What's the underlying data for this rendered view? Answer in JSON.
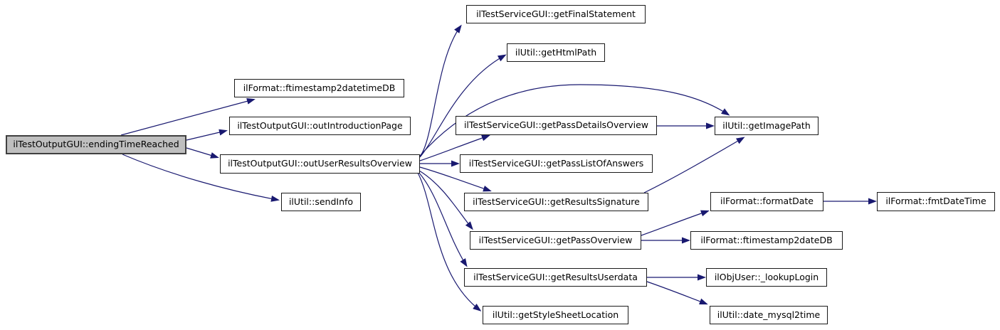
{
  "diagram": {
    "type": "call-graph",
    "root_function": "ilTestOutputGUI::endingTimeReached"
  },
  "colors": {
    "edge": "#191970",
    "node_fill": "#ffffff",
    "node_border": "#1a1a1a",
    "root_fill": "#bfbfbf",
    "root_border": "#404040",
    "text": "#000000",
    "background": "#ffffff"
  },
  "nodes": [
    {
      "id": "ending-time-reached",
      "label": "ilTestOutputGUI::endingTimeReached"
    },
    {
      "id": "ftimestamp2datetime-db",
      "label": "ilFormat::ftimestamp2datetimeDB"
    },
    {
      "id": "out-introduction-page",
      "label": "ilTestOutputGUI::outIntroductionPage"
    },
    {
      "id": "out-user-results-overview",
      "label": "ilTestOutputGUI::outUserResultsOverview"
    },
    {
      "id": "send-info",
      "label": "ilUtil::sendInfo"
    },
    {
      "id": "get-final-statement",
      "label": "ilTestServiceGUI::getFinalStatement"
    },
    {
      "id": "get-html-path",
      "label": "ilUtil::getHtmlPath"
    },
    {
      "id": "get-pass-details-overview",
      "label": "ilTestServiceGUI::getPassDetailsOverview"
    },
    {
      "id": "get-pass-list-of-answers",
      "label": "ilTestServiceGUI::getPassListOfAnswers"
    },
    {
      "id": "get-results-signature",
      "label": "ilTestServiceGUI::getResultsSignature"
    },
    {
      "id": "get-pass-overview",
      "label": "ilTestServiceGUI::getPassOverview"
    },
    {
      "id": "get-results-userdata",
      "label": "ilTestServiceGUI::getResultsUserdata"
    },
    {
      "id": "get-style-sheet-location",
      "label": "ilUtil::getStyleSheetLocation"
    },
    {
      "id": "get-image-path",
      "label": "ilUtil::getImagePath"
    },
    {
      "id": "format-date",
      "label": "ilFormat::formatDate"
    },
    {
      "id": "ftimestamp2date-db",
      "label": "ilFormat::ftimestamp2dateDB"
    },
    {
      "id": "lookup-login",
      "label": "ilObjUser::_lookupLogin"
    },
    {
      "id": "date-mysql2time",
      "label": "ilUtil::date_mysql2time"
    },
    {
      "id": "fmt-date-time",
      "label": "ilFormat::fmtDateTime"
    }
  ],
  "edges": [
    {
      "from": "ending-time-reached",
      "to": "ftimestamp2datetime-db"
    },
    {
      "from": "ending-time-reached",
      "to": "out-introduction-page"
    },
    {
      "from": "ending-time-reached",
      "to": "out-user-results-overview"
    },
    {
      "from": "ending-time-reached",
      "to": "send-info"
    },
    {
      "from": "out-user-results-overview",
      "to": "get-final-statement"
    },
    {
      "from": "out-user-results-overview",
      "to": "get-html-path"
    },
    {
      "from": "out-user-results-overview",
      "to": "get-image-path"
    },
    {
      "from": "out-user-results-overview",
      "to": "get-pass-details-overview"
    },
    {
      "from": "out-user-results-overview",
      "to": "get-pass-list-of-answers"
    },
    {
      "from": "out-user-results-overview",
      "to": "get-results-signature"
    },
    {
      "from": "out-user-results-overview",
      "to": "get-pass-overview"
    },
    {
      "from": "out-user-results-overview",
      "to": "get-results-userdata"
    },
    {
      "from": "out-user-results-overview",
      "to": "get-style-sheet-location"
    },
    {
      "from": "get-pass-details-overview",
      "to": "get-image-path"
    },
    {
      "from": "get-results-signature",
      "to": "get-image-path"
    },
    {
      "from": "get-pass-overview",
      "to": "format-date"
    },
    {
      "from": "get-pass-overview",
      "to": "ftimestamp2date-db"
    },
    {
      "from": "format-date",
      "to": "fmt-date-time"
    },
    {
      "from": "get-results-userdata",
      "to": "lookup-login"
    },
    {
      "from": "get-results-userdata",
      "to": "date-mysql2time"
    }
  ]
}
